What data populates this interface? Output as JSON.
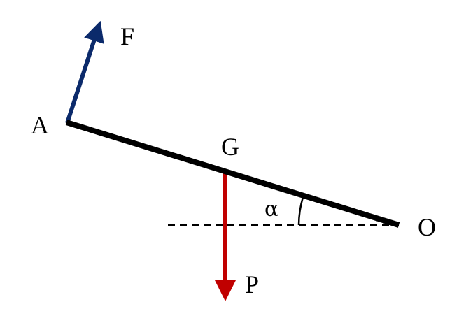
{
  "labels": {
    "point_a": "A",
    "point_g": "G",
    "point_o": "O",
    "force_f": "F",
    "force_p": "P",
    "angle": "α"
  },
  "colors": {
    "bar": "#000000",
    "force_f": "#0b2a6b",
    "force_p": "#c00000",
    "reference_line": "#000000",
    "background": "#ffffff"
  }
}
